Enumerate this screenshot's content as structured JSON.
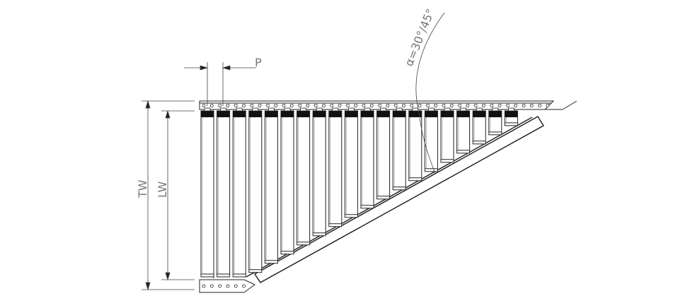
{
  "labels": {
    "total_width": "TW",
    "length_width": "LW",
    "pitch": "P",
    "angle": "α=30°/45°"
  },
  "roller_count": 20,
  "line_color": "#222222",
  "label_color": "#777777"
}
